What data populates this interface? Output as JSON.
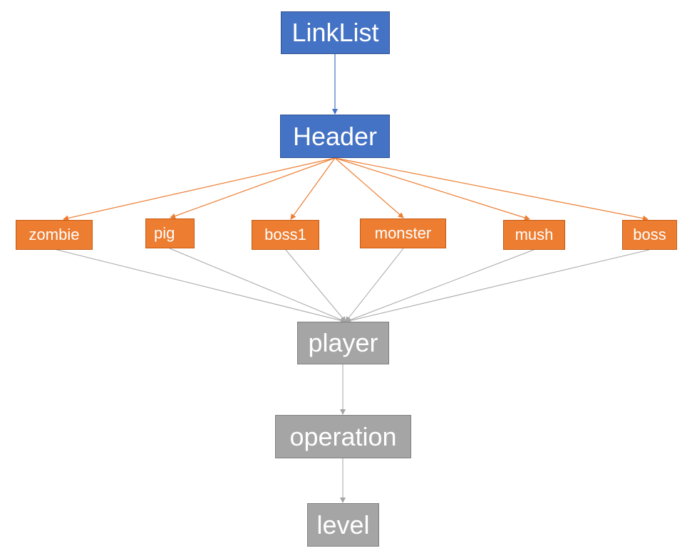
{
  "nodes": {
    "linklist": "LinkList",
    "header": "Header",
    "zombie": "zombie",
    "pig": "pig",
    "boss1": "boss1",
    "monster": "monster",
    "mush": "mush",
    "boss": "boss",
    "player": "player",
    "operation": "operation",
    "level": "level"
  },
  "colors": {
    "blue_fill": "#4472c4",
    "orange_fill": "#ed7d31",
    "grey_fill": "#a5a5a5",
    "blue_edge": "#4472c4",
    "orange_edge": "#ed7d31",
    "grey_edge": "#a5a5a5"
  },
  "edges": [
    {
      "from": "linklist",
      "to": "header"
    },
    {
      "from": "header",
      "to": "zombie"
    },
    {
      "from": "header",
      "to": "pig"
    },
    {
      "from": "header",
      "to": "boss1"
    },
    {
      "from": "header",
      "to": "monster"
    },
    {
      "from": "header",
      "to": "mush"
    },
    {
      "from": "header",
      "to": "boss"
    },
    {
      "from": "zombie",
      "to": "player"
    },
    {
      "from": "pig",
      "to": "player"
    },
    {
      "from": "boss1",
      "to": "player"
    },
    {
      "from": "monster",
      "to": "player"
    },
    {
      "from": "mush",
      "to": "player"
    },
    {
      "from": "boss",
      "to": "player"
    },
    {
      "from": "player",
      "to": "operation"
    },
    {
      "from": "operation",
      "to": "level"
    }
  ]
}
